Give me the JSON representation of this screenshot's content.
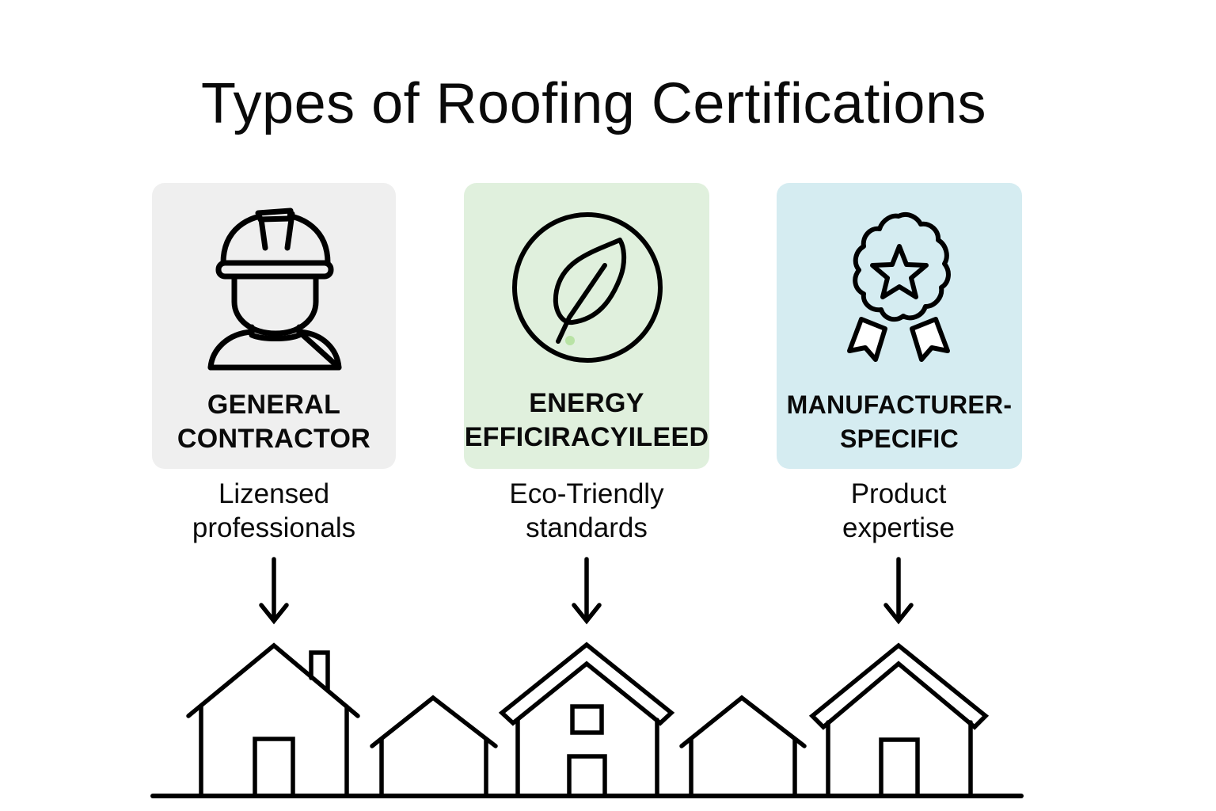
{
  "title": "Types of Roofing Certifications",
  "cards": [
    {
      "label_line1": "GENERAL",
      "label_line2": "CONTRACTOR",
      "description_line1": "Lizensed",
      "description_line2": "professionals",
      "icon": "hard-hat-worker-icon",
      "background": "#efefef"
    },
    {
      "label_line1": "ENERGY",
      "label_line2": "EFFICIRACYILEED",
      "description_line1": "Eco-Triendly",
      "description_line2": "standards",
      "icon": "leaf-in-circle-icon",
      "background": "#e0f0dd",
      "accent": "#b9e3a5"
    },
    {
      "label_line1": "MANUFACTURER-",
      "label_line2": "SPECIFIC",
      "description_line1": "Product",
      "description_line2": "expertise",
      "icon": "award-ribbon-star-icon",
      "background": "#d5ecf1"
    }
  ],
  "scene": {
    "arrows": 3,
    "houses": [
      "house-with-chimney",
      "small-house",
      "house-with-window",
      "small-house",
      "house-double-roof"
    ]
  }
}
